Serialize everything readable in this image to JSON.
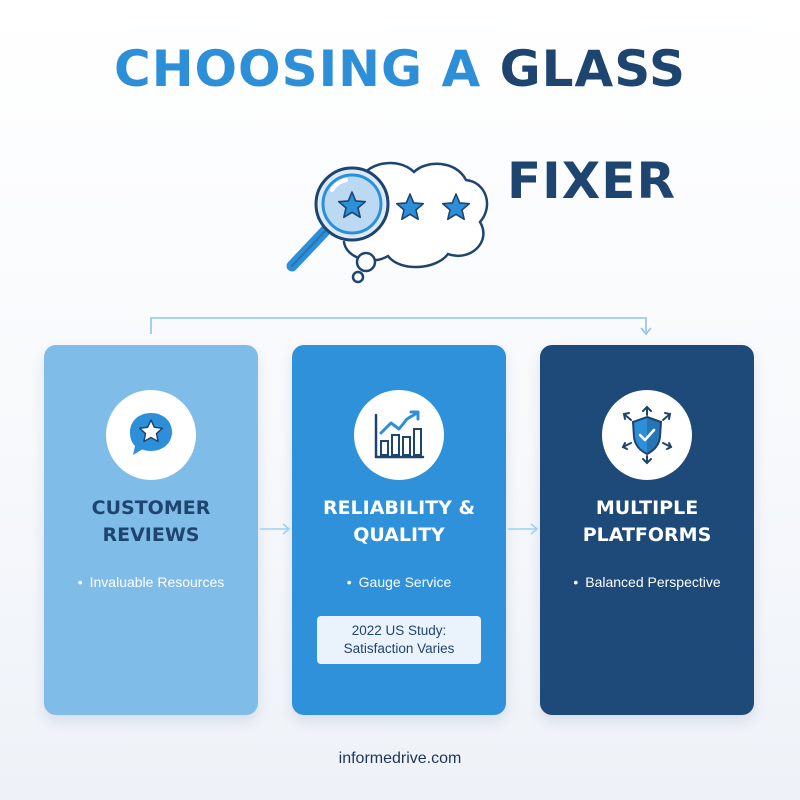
{
  "title": {
    "line1_part1": "CHOOSING A",
    "line1_part2": "GLASS",
    "line2": "FIXER"
  },
  "cards": [
    {
      "title": "CUSTOMER\nREVIEWS",
      "bullet": "Invaluable Resources",
      "icon": "speech-bubble-star-icon"
    },
    {
      "title": "RELIABILITY &\nQUALITY",
      "bullet": "Gauge Service",
      "note": "2022 US Study:\nSatisfaction Varies",
      "icon": "bar-chart-trend-icon"
    },
    {
      "title": "MULTIPLE\nPLATFORMS",
      "bullet": "Balanced Perspective",
      "icon": "shield-arrows-icon"
    }
  ],
  "footer": "informedrive.com",
  "colors": {
    "accent_light": "#2d8fd8",
    "navy": "#1e4470",
    "card1": "#7fbce8",
    "card2": "#2f91d9",
    "card3": "#1e4a7a"
  }
}
